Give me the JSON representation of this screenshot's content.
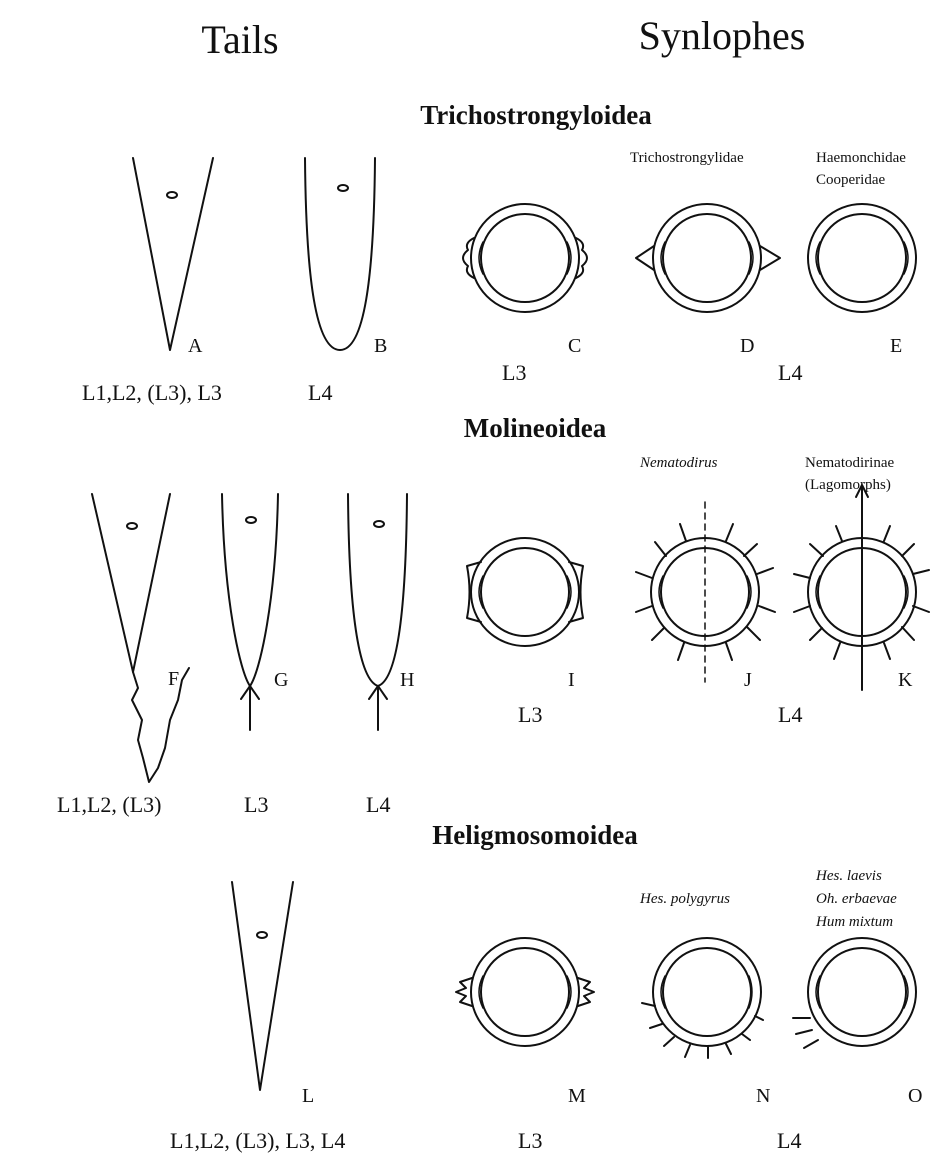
{
  "headers": {
    "tails": "Tails",
    "synlophes": "Synlophes"
  },
  "sections": [
    {
      "title": "Trichostrongyloidea",
      "tail_letters": [
        "A",
        "B"
      ],
      "tail_stages": [
        "L1,L2, (L3), L3",
        "L4"
      ],
      "synlophe_letters": [
        "C",
        "D",
        "E"
      ],
      "synlophe_stages": [
        "L3",
        "L4"
      ],
      "taxa": {
        "D": [
          "Trichostrongylidae"
        ],
        "E": [
          "Haemonchidae",
          "Cooperidae"
        ]
      }
    },
    {
      "title": "Molineoidea",
      "tail_letters": [
        "F",
        "G",
        "H"
      ],
      "tail_stages": [
        "L1,L2, (L3)",
        "L3",
        "L4"
      ],
      "synlophe_letters": [
        "I",
        "J",
        "K"
      ],
      "synlophe_stages": [
        "L3",
        "L4"
      ],
      "taxa": {
        "J": [
          "Nematodirus"
        ],
        "K": [
          "Nematodirinae",
          "(Lagomorphs)"
        ]
      }
    },
    {
      "title": "Heligmosomoidea",
      "tail_letters": [
        "L"
      ],
      "tail_stages": [
        "L1,L2, (L3), L3, L4"
      ],
      "synlophe_letters": [
        "M",
        "N",
        "O"
      ],
      "synlophe_stages": [
        "L3",
        "L4"
      ],
      "taxa": {
        "N": [
          "Hes. polygyrus"
        ],
        "O": [
          "Hes. laevis",
          "Oh. erbaevae",
          "Hum mixtum"
        ]
      }
    }
  ]
}
